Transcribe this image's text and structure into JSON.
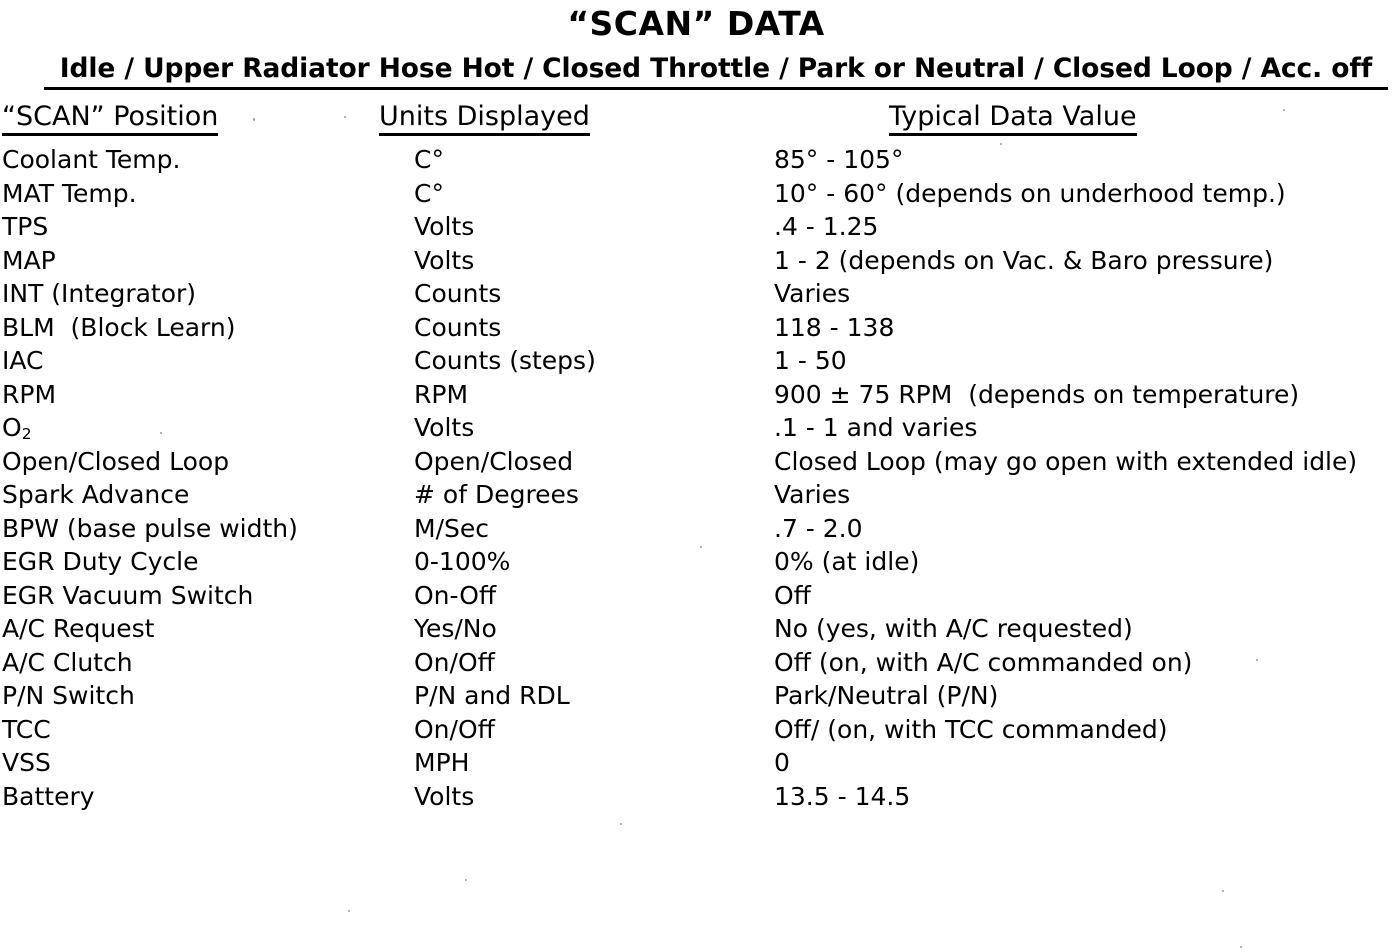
{
  "document": {
    "title": "“SCAN” DATA",
    "subtitle": "Idle / Upper Radiator Hose Hot / Closed Throttle / Park or Neutral / Closed Loop / Acc. off",
    "columns": {
      "position": "“SCAN” Position",
      "units": "Units Displayed",
      "value": "Typical Data Value"
    }
  },
  "rows": [
    {
      "position": "Coolant Temp.",
      "units": "C°",
      "value": "85° - 105°"
    },
    {
      "position": "MAT Temp.",
      "units": "C°",
      "value": "10° - 60° (depends on underhood temp.)"
    },
    {
      "position": "TPS",
      "units": "Volts",
      "value": ".4 - 1.25"
    },
    {
      "position": "MAP",
      "units": "Volts",
      "value": "1 - 2 (depends on Vac. & Baro pressure)"
    },
    {
      "position": "INT (Integrator)",
      "units": "Counts",
      "value": "Varies"
    },
    {
      "position": "BLM  (Block Learn)",
      "units": "Counts",
      "value": "118 - 138"
    },
    {
      "position": "IAC",
      "units": "Counts (steps)",
      "value": "1 - 50"
    },
    {
      "position": "RPM",
      "units": "RPM",
      "value": "900 ± 75 RPM  (depends on temperature)"
    },
    {
      "position": "O2",
      "position_sub": "2",
      "position_base": "O",
      "units": "Volts",
      "value": ".1 - 1 and varies"
    },
    {
      "position": "Open/Closed Loop",
      "units": "Open/Closed",
      "value": "Closed Loop (may go open with extended idle)"
    },
    {
      "position": "Spark Advance",
      "units": "# of Degrees",
      "value": "Varies"
    },
    {
      "position": "BPW (base pulse width)",
      "units": "M/Sec",
      "value": ".7 - 2.0"
    },
    {
      "position": "EGR Duty Cycle",
      "units": "0-100%",
      "value": "0% (at idle)"
    },
    {
      "position": "EGR Vacuum Switch",
      "units": "On-Off",
      "value": "Off"
    },
    {
      "position": "A/C Request",
      "units": "Yes/No",
      "value": "No (yes, with A/C requested)"
    },
    {
      "position": "A/C Clutch",
      "units": "On/Off",
      "value": "Off (on, with A/C commanded on)"
    },
    {
      "position": "P/N Switch",
      "units": "P/N and RDL",
      "value": "Park/Neutral (P/N)"
    },
    {
      "position": "TCC",
      "units": "On/Off",
      "value": "Off/ (on, with TCC commanded)"
    },
    {
      "position": "VSS",
      "units": "MPH",
      "value": "0"
    },
    {
      "position": "Battery",
      "units": "Volts",
      "value": "13.5 - 14.5"
    }
  ]
}
